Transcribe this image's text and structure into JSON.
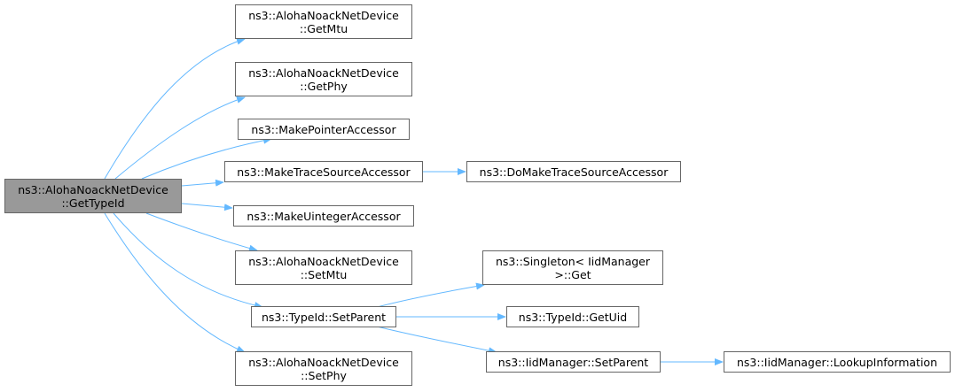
{
  "colors": {
    "edge": "#63b8ff",
    "node_border": "#666666",
    "root_fill": "#999999",
    "node_fill": "#ffffff"
  },
  "nodes": {
    "root": {
      "line1": "ns3::AlohaNoackNetDevice",
      "line2": "::GetTypeId"
    },
    "get_mtu": {
      "line1": "ns3::AlohaNoackNetDevice",
      "line2": "::GetMtu"
    },
    "get_phy": {
      "line1": "ns3::AlohaNoackNetDevice",
      "line2": "::GetPhy"
    },
    "make_pointer_accessor": {
      "line1": "ns3::MakePointerAccessor"
    },
    "make_trace_source_accessor": {
      "line1": "ns3::MakeTraceSourceAccessor"
    },
    "do_make_trace_source_accessor": {
      "line1": "ns3::DoMakeTraceSourceAccessor"
    },
    "make_uinteger_accessor": {
      "line1": "ns3::MakeUintegerAccessor"
    },
    "set_mtu": {
      "line1": "ns3::AlohaNoackNetDevice",
      "line2": "::SetMtu"
    },
    "typeid_set_parent": {
      "line1": "ns3::TypeId::SetParent"
    },
    "singleton_get": {
      "line1": "ns3::Singleton< IidManager",
      "line2": ">::Get"
    },
    "typeid_get_uid": {
      "line1": "ns3::TypeId::GetUid"
    },
    "iidmanager_set_parent": {
      "line1": "ns3::IidManager::SetParent"
    },
    "iidmanager_lookup_information": {
      "line1": "ns3::IidManager::LookupInformation"
    },
    "set_phy": {
      "line1": "ns3::AlohaNoackNetDevice",
      "line2": "::SetPhy"
    }
  }
}
